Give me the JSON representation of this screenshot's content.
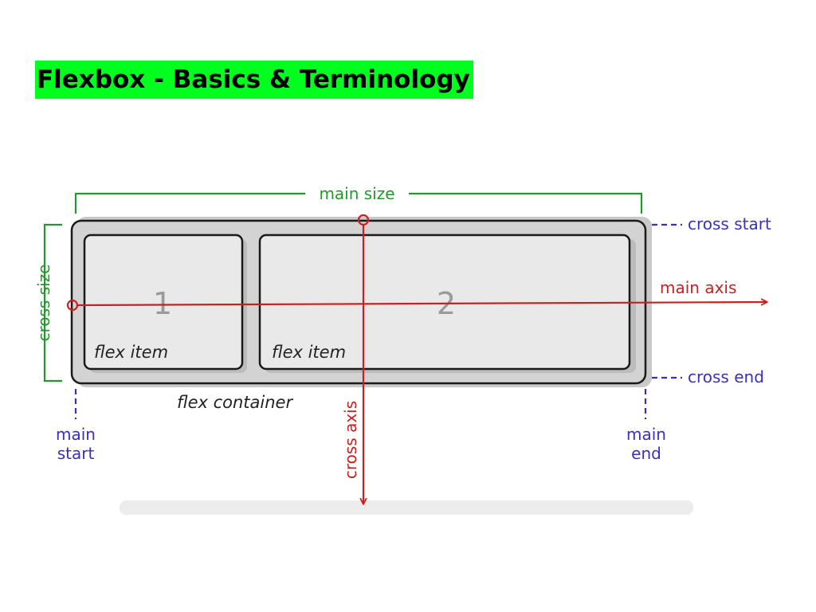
{
  "title": {
    "text": "Flexbox - Basics & Terminology",
    "highlight_color": "#00ff1e"
  },
  "colors": {
    "main_size": "#1f9a2a",
    "cross_size": "#1f9a2a",
    "axis": "#cc1f1f",
    "start_end": "#3a2fc0",
    "item_text": "#222222",
    "item_number": "#9a9a9a",
    "container_fill": "#d3d3d3",
    "item_fill": "#e9e9e9",
    "outline": "#1a1a1a"
  },
  "diagram": {
    "main_size_label": "main size",
    "cross_size_label": "cross size",
    "main_axis_label": "main axis",
    "cross_axis_label": "cross axis",
    "cross_start_label": "cross start",
    "cross_end_label": "cross end",
    "main_start_label": [
      "main",
      "start"
    ],
    "main_end_label": [
      "main",
      "end"
    ],
    "flex_container_label": "flex container",
    "items": [
      {
        "number": "1",
        "label": "flex item"
      },
      {
        "number": "2",
        "label": "flex item"
      }
    ]
  }
}
